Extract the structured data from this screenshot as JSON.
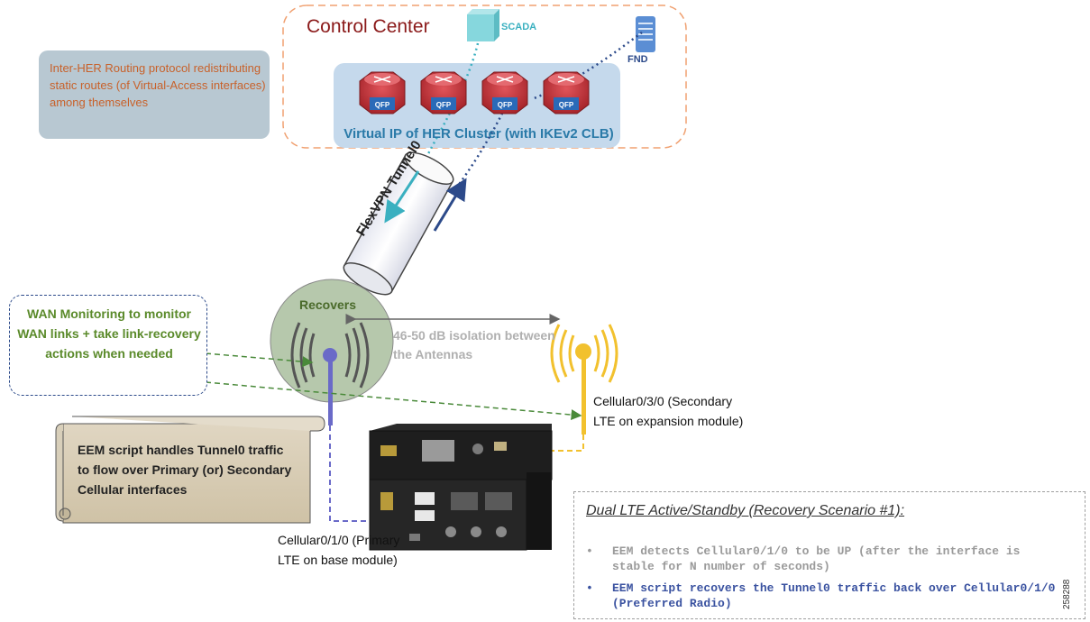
{
  "control_center": {
    "title": "Control Center"
  },
  "scada": {
    "label": "SCADA"
  },
  "fnd": {
    "label": "FND"
  },
  "routing_note": {
    "text": "Inter-HER Routing protocol redistributing static routes (of Virtual-Access interfaces) among themselves"
  },
  "her_cluster": {
    "router_label": "QFP",
    "router_count": 4,
    "label": "Virtual IP of HER Cluster (with IKEv2 CLB)"
  },
  "tunnel": {
    "label": "FlexVPN Tunnel0"
  },
  "recovers": {
    "label": "Recovers"
  },
  "isolation": {
    "label": "46-50 dB isolation between the Antennas"
  },
  "wan_monitoring": {
    "text": "WAN Monitoring to monitor WAN links + take link-recovery actions when needed"
  },
  "eem_scroll": {
    "text": "EEM script handles Tunnel0 traffic to flow over Primary (or) Secondary Cellular interfaces"
  },
  "secondary_cell": {
    "text": "Cellular0/3/0 (Secondary LTE on expansion module)"
  },
  "primary_cell": {
    "text": "Cellular0/1/0 (Primary LTE on base module)"
  },
  "scenario": {
    "title": "Dual LTE Active/Standby (Recovery Scenario #1):",
    "bullet_symbol": "•",
    "bullets": [
      "EEM detects Cellular0/1/0 to be UP (after the interface is stable for N number of seconds)",
      "EEM script recovers the Tunnel0 traffic back over Cellular0/1/0 (Preferred Radio)"
    ]
  },
  "figure_id": "258288",
  "colors": {
    "control_center_border": "#f0a070",
    "her_cluster_fill": "#c5d9ec",
    "router_red": "#c8383e",
    "primary_antenna": "#6a6ac8",
    "secondary_antenna": "#f2c12e",
    "scada_link": "#3ab0c0",
    "fnd_link": "#2c4a8a",
    "wan_arrow": "#4a8a3a"
  }
}
